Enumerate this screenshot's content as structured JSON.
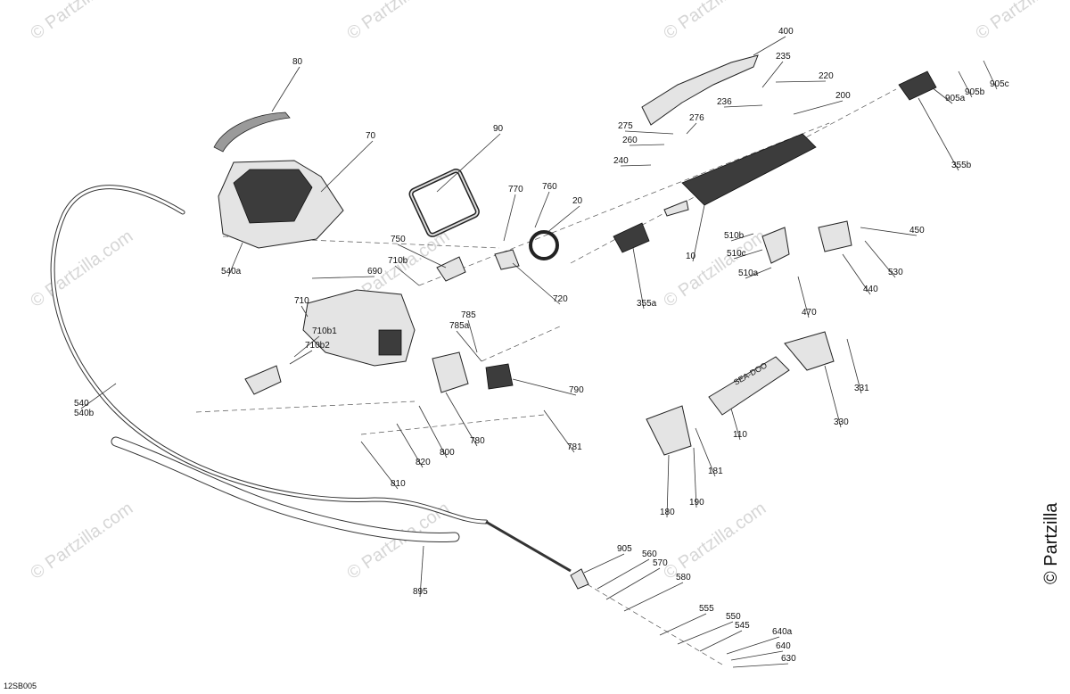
{
  "watermark": "© Partzilla.com",
  "brand": "© Partzilla",
  "diagram_code": "12SB005",
  "logo_text": "SEA-DOO",
  "labels": [
    "80",
    "70",
    "90",
    "770",
    "760",
    "20",
    "750",
    "710b",
    "690",
    "710",
    "710b1",
    "710b2",
    "720",
    "540a",
    "540",
    "540b",
    "785",
    "785a",
    "790",
    "780",
    "781",
    "800",
    "820",
    "810",
    "895",
    "400",
    "235",
    "220",
    "236",
    "200",
    "275",
    "276",
    "260",
    "240",
    "10",
    "355b",
    "905a",
    "905b",
    "905c",
    "510b",
    "510c",
    "510a",
    "450",
    "530",
    "440",
    "470",
    "355a",
    "331",
    "330",
    "110",
    "181",
    "190",
    "180",
    "905",
    "560",
    "570",
    "580",
    "555",
    "550",
    "545",
    "640a",
    "640",
    "630"
  ]
}
